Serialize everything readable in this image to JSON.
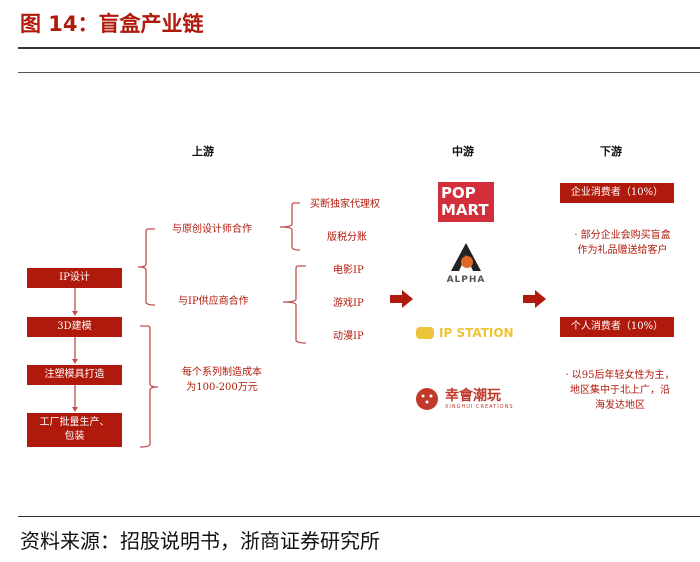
{
  "title": "图 14：盲盒产业链",
  "headers": {
    "upstream": "上游",
    "midstream": "中游",
    "downstream": "下游"
  },
  "process": [
    "IP设计",
    "3D建模",
    "注塑模具打造",
    "工厂批量生产、\n包装"
  ],
  "ip_sources": {
    "designer": "与原创设计师合作",
    "supplier": "与IP供应商合作"
  },
  "designer_modes": [
    "买断独家代理权",
    "版税分账"
  ],
  "supplier_types": [
    "电影IP",
    "游戏IP",
    "动漫IP"
  ],
  "cost_note": [
    "每个系列制造成本",
    "为100-200万元"
  ],
  "brands": {
    "popmart": [
      "POP",
      "MART"
    ],
    "alpha": "ALPHA",
    "ipstation": "IP STATION",
    "xinghui": "幸會潮玩",
    "xinghui_en": "XINGHUI CREATIONS"
  },
  "consumers": [
    {
      "label": "企业消费者（10%）",
      "desc": [
        "· 部分企业会购买盲盒",
        "作为礼品赠送给客户"
      ]
    },
    {
      "label": "个人消费者（10%）",
      "desc": [
        "· 以95后年轻女性为主，",
        "地区集中于北上广，沿",
        "海发达地区"
      ]
    }
  ],
  "source": "资料来源：招股说明书，浙商证券研究所",
  "colors": {
    "accent": "#b01a0c"
  }
}
